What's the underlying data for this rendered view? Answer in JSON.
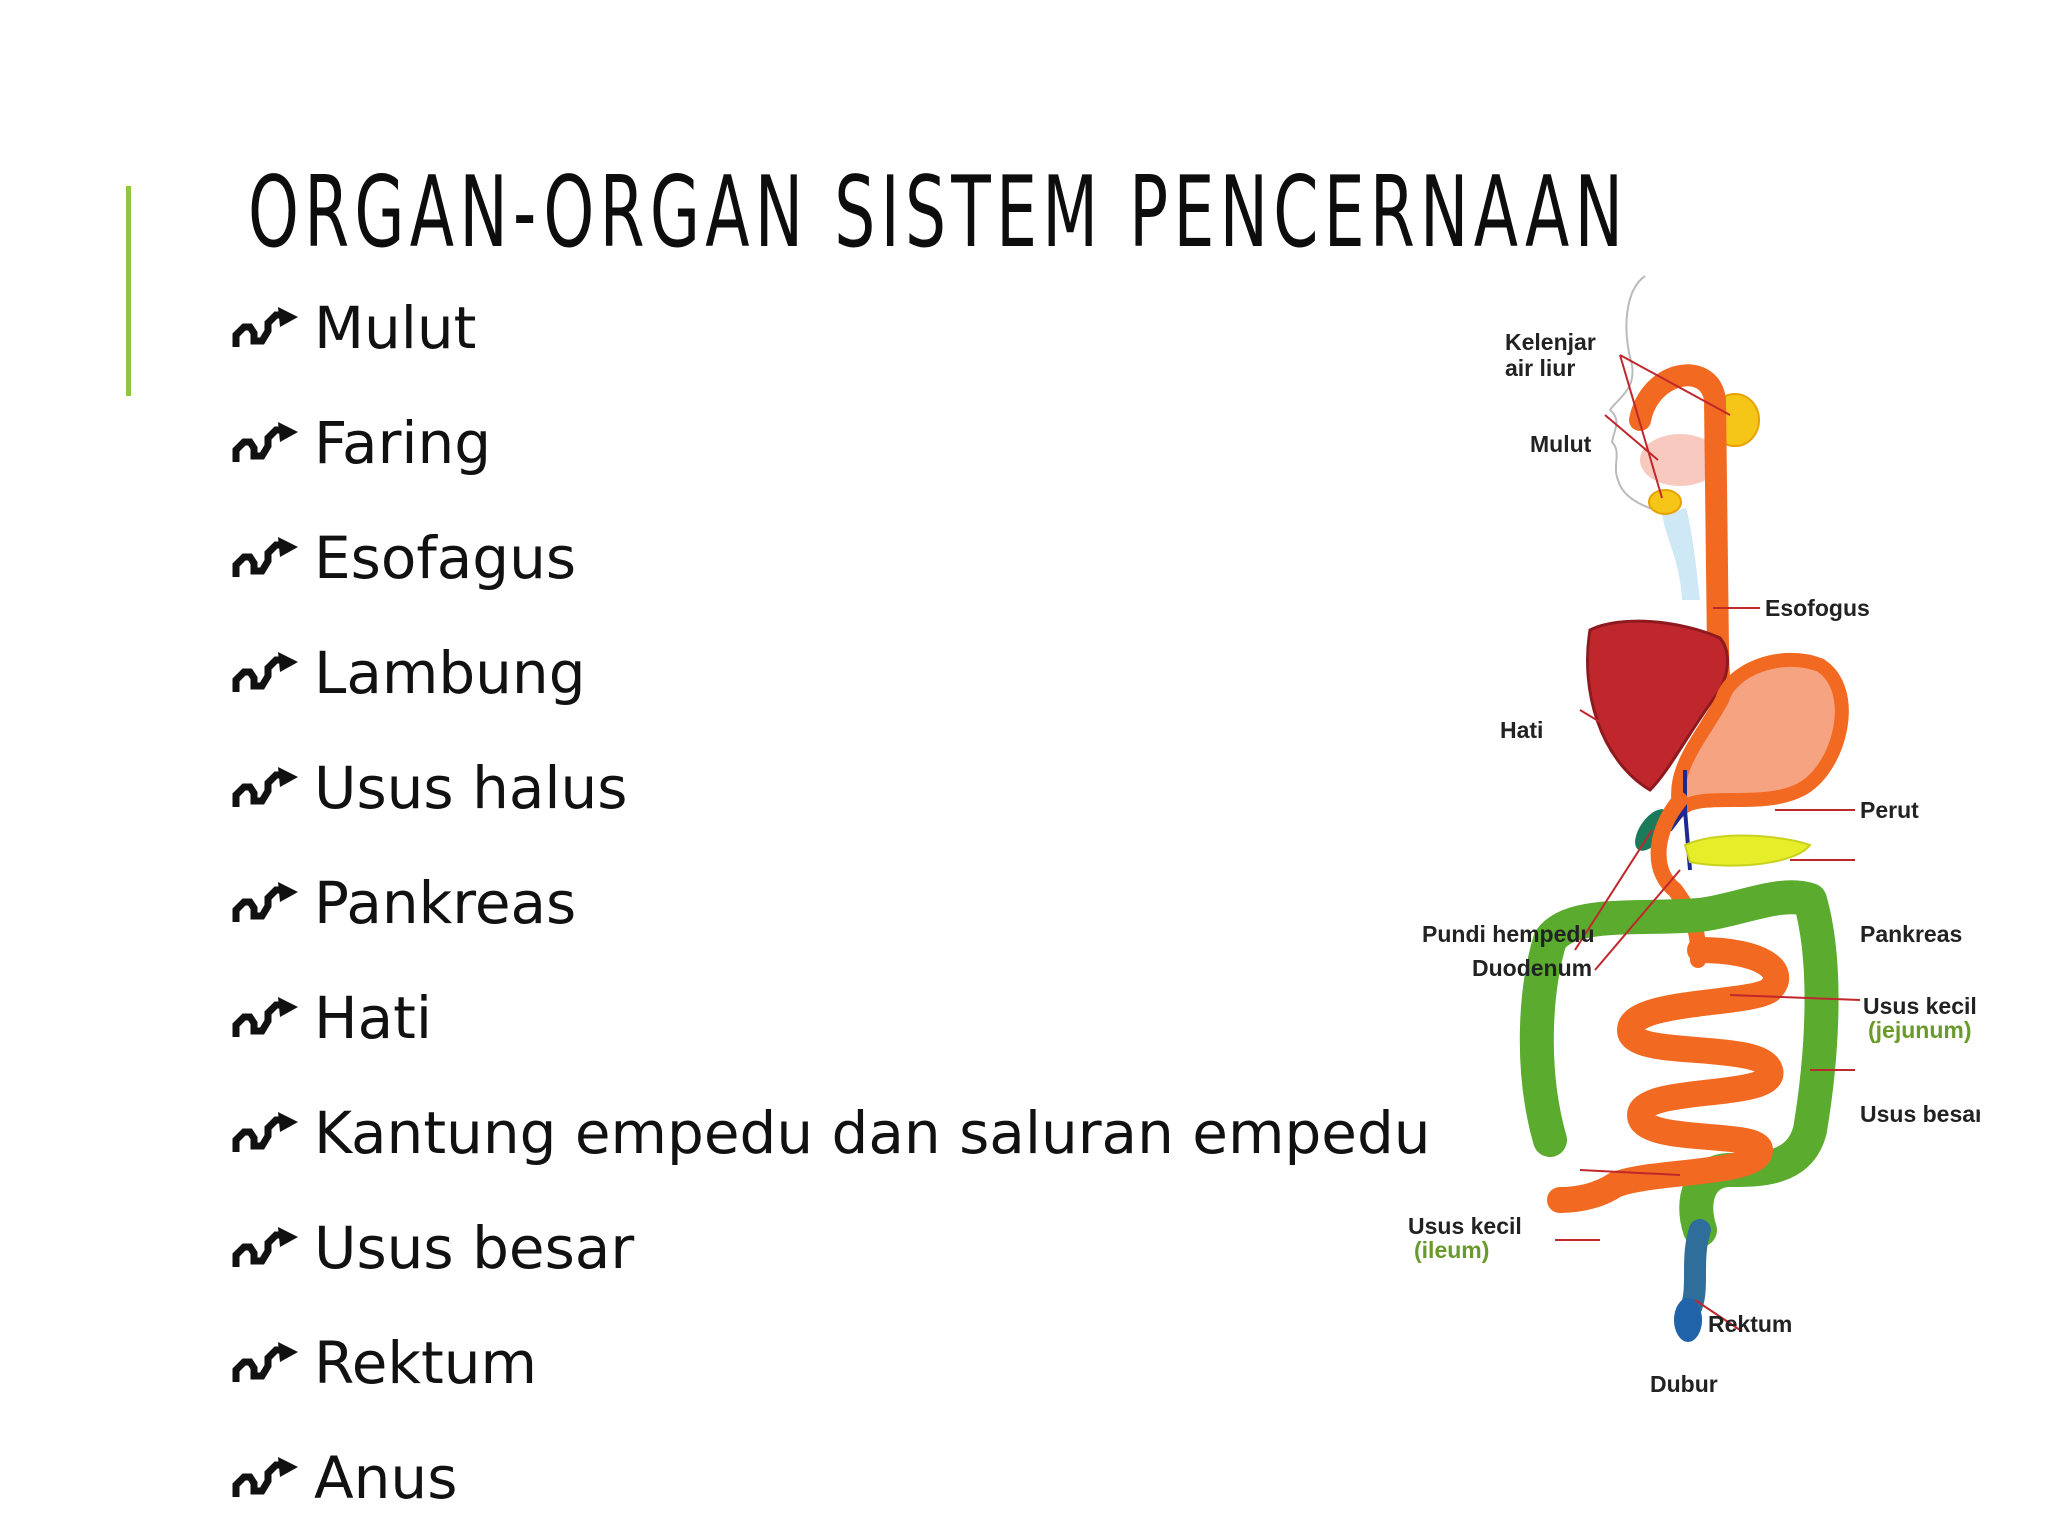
{
  "title": "ORGAN-ORGAN SISTEM PENCERNAAN",
  "accent_color": "#8dc63f",
  "bullet_icon": "swirl-arrow-icon",
  "items": [
    {
      "label": "Mulut"
    },
    {
      "label": "Faring"
    },
    {
      "label": "Esofagus"
    },
    {
      "label": "Lambung"
    },
    {
      "label": "Usus halus"
    },
    {
      "label": "Pankreas"
    },
    {
      "label": "Hati"
    },
    {
      "label": "Kantung empedu dan saluran empedu"
    },
    {
      "label": "Usus besar"
    },
    {
      "label": "Rektum"
    },
    {
      "label": "Anus"
    }
  ],
  "diagram": {
    "labels": {
      "salivary_line1": "Kelenjar",
      "salivary_line2": "air liur",
      "mouth": "Mulut",
      "esophagus": "Esofogus",
      "liver": "Hati",
      "stomach": "Perut",
      "gallbladder": "Pundi hempedu",
      "duodenum": "Duodenum",
      "pancreas": "Pankreas",
      "jejunum_line1": "Usus kecil",
      "jejunum_line2": "(jejunum)",
      "colon": "Usus besar",
      "ileum_line1": "Usus kecil",
      "ileum_line2": "(ileum)",
      "rectum": "Rektum",
      "anus": "Dubur"
    }
  }
}
